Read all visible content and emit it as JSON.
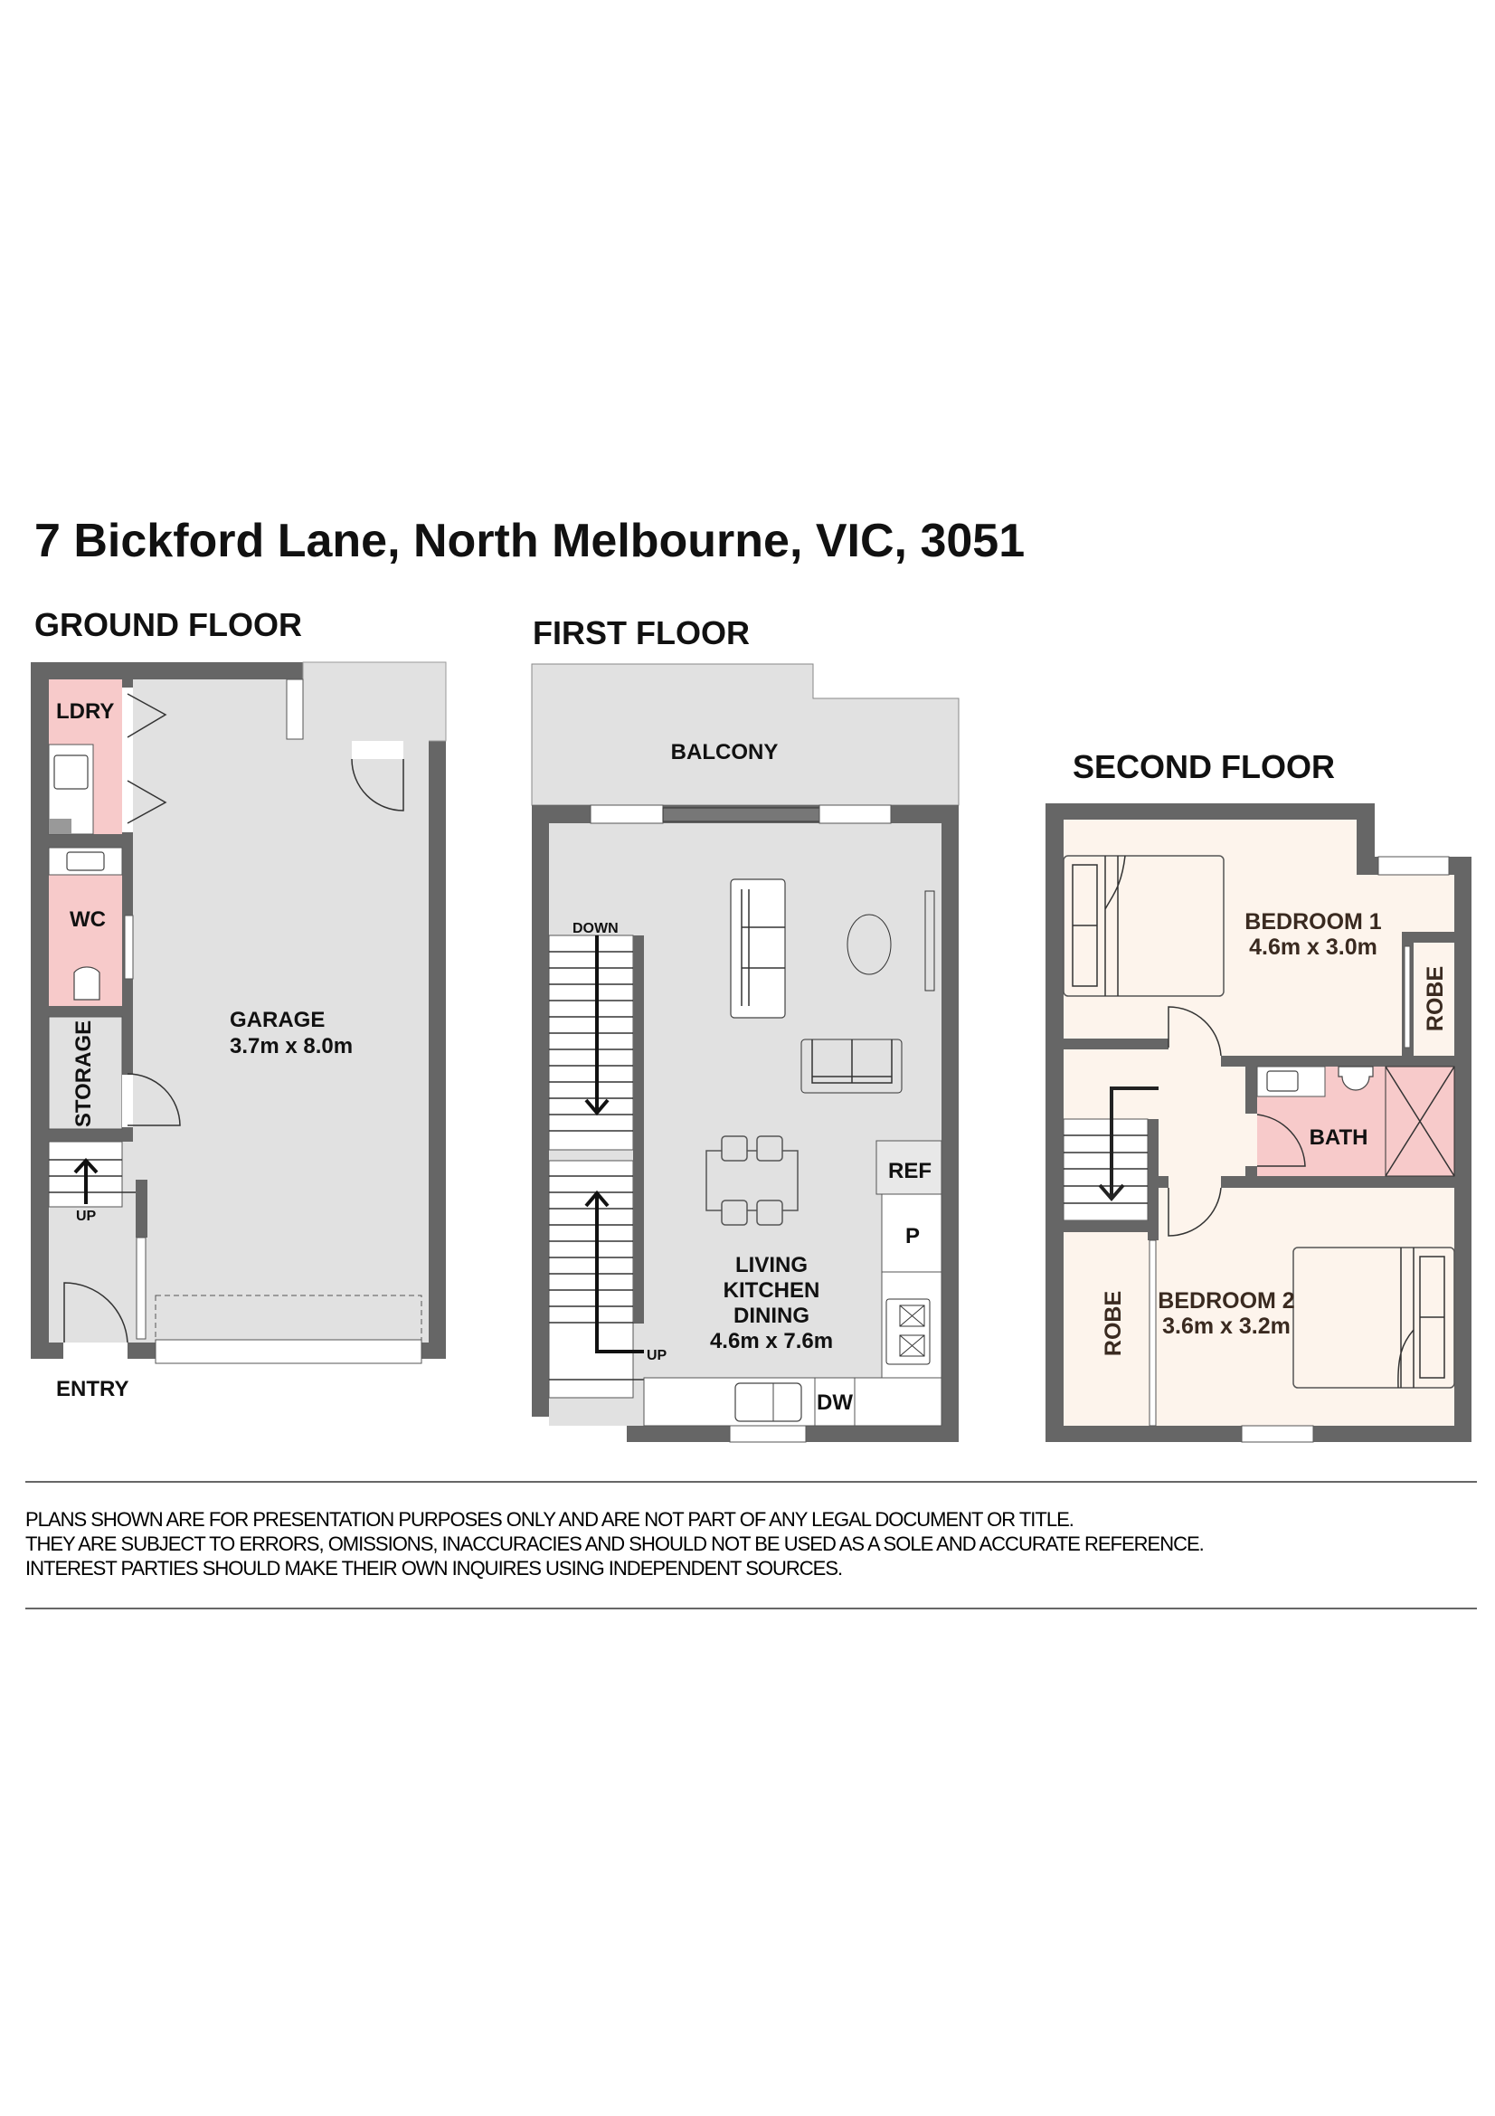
{
  "title": "7 Bickford Lane, North Melbourne, VIC, 3051",
  "ground_floor": {
    "heading": "GROUND FLOOR",
    "rooms": {
      "laundry": "LDRY",
      "wc": "WC",
      "storage": "STORAGE",
      "garage": "GARAGE",
      "garage_dims": "3.7m x 8.0m",
      "up": "UP",
      "entry": "ENTRY"
    }
  },
  "first_floor": {
    "heading": "FIRST FLOOR",
    "rooms": {
      "balcony": "BALCONY",
      "down": "DOWN",
      "up": "UP",
      "living_line1": "LIVING",
      "living_line2": "KITCHEN",
      "living_line3": "DINING",
      "living_dims": "4.6m x 7.6m",
      "ref": "REF",
      "pantry": "P",
      "dw": "DW"
    }
  },
  "second_floor": {
    "heading": "SECOND FLOOR",
    "rooms": {
      "bedroom1": "BEDROOM 1",
      "bedroom1_dims": "4.6m x 3.0m",
      "robe1": "ROBE",
      "bath": "BATH",
      "bedroom2": "BEDROOM 2",
      "bedroom2_dims": "3.6m x 3.2m",
      "robe2": "ROBE"
    }
  },
  "disclaimer": [
    "PLANS SHOWN ARE FOR PRESENTATION PURPOSES ONLY AND ARE NOT PART OF ANY LEGAL DOCUMENT OR TITLE.",
    "THEY ARE SUBJECT TO ERRORS, OMISSIONS, INACCURACIES AND SHOULD NOT BE USED AS A SOLE AND ACCURATE REFERENCE.",
    "INTEREST PARTIES SHOULD MAKE THEIR OWN INQUIRES USING INDEPENDENT SOURCES."
  ],
  "colors": {
    "wall": "#666666",
    "garage_floor": "#e1e1e1",
    "wet_area": "#f7caca",
    "bedroom_floor": "#fdf4ec"
  }
}
